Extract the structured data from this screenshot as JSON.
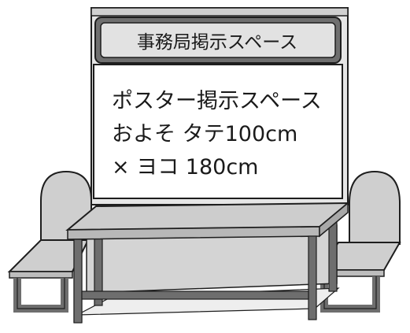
{
  "board": {
    "header_label": "事務局掲示スペース",
    "poster_lines": [
      "ポスター掲示スペース",
      "およそ タテ100cm",
      "× ヨコ 180cm"
    ]
  },
  "colors": {
    "frame": "#6e6e6e",
    "frame_light": "#d9d9d9",
    "panel": "#ffffff",
    "furniture_fill": "#cfcfcf",
    "furniture_dark": "#7a7a7a",
    "outline": "#1e1e1e"
  }
}
